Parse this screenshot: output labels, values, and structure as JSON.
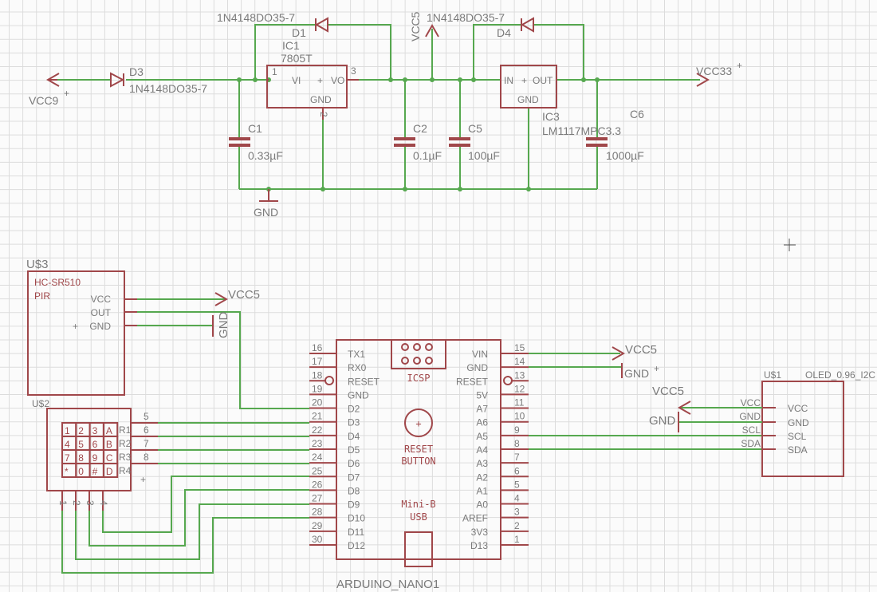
{
  "colors": {
    "wire": "#56a84f",
    "part": "#a0474a",
    "text": "#7a7a7a",
    "grid": "#dcdcdc"
  },
  "power": {
    "d1": {
      "name": "D1",
      "value": "1N4148DO35-7"
    },
    "d3": {
      "name": "D3",
      "value": "1N4148DO35-7"
    },
    "d4": {
      "name": "D4",
      "value": "1N4148DO35-7"
    },
    "ic1": {
      "name": "IC1",
      "value": "7805T",
      "vi": "VI",
      "vo": "VO",
      "gnd": "GND",
      "pin1": "1",
      "pin2": "2",
      "pin3": "3"
    },
    "ic3": {
      "name": "IC3",
      "value": "LM1117MPC3.3",
      "in": "IN",
      "out": "OUT",
      "gnd": "GND"
    },
    "c1": {
      "name": "C1",
      "value": "0.33µF"
    },
    "c2": {
      "name": "C2",
      "value": "0.1µF"
    },
    "c5": {
      "name": "C5",
      "value": "100µF"
    },
    "c6": {
      "name": "C6",
      "value": "1000µF"
    },
    "vcc9": "VCC9",
    "vcc5": "VCC5",
    "vcc33": "VCC33",
    "gnd": "GND"
  },
  "pir": {
    "ref": "U$3",
    "model": "HC-SR510",
    "type": "PIR",
    "pins": [
      "VCC",
      "OUT",
      "GND"
    ],
    "vcc_label": "VCC5",
    "gnd_label": "GND"
  },
  "keypad": {
    "ref": "U$2",
    "keys": [
      "1",
      "2",
      "3",
      "A",
      "4",
      "5",
      "6",
      "B",
      "7",
      "8",
      "9",
      "C",
      "*",
      "0",
      "#",
      "D"
    ],
    "row_labels": [
      "R1",
      "R2",
      "R3",
      "R4"
    ],
    "right_pins": [
      "5",
      "6",
      "7",
      "8"
    ],
    "bottom_pins": [
      "1",
      "2",
      "3",
      "4"
    ]
  },
  "arduino": {
    "name": "ARDUINO_NANO1",
    "icsp": "ICSP",
    "reset1": "RESET",
    "reset2": "BUTTON",
    "usb1": "Mini-B",
    "usb2": "USB",
    "left_pins": [
      [
        "16",
        "TX1"
      ],
      [
        "17",
        "RX0"
      ],
      [
        "18",
        "RESET"
      ],
      [
        "19",
        "GND"
      ],
      [
        "20",
        "D2"
      ],
      [
        "21",
        "D3"
      ],
      [
        "22",
        "D4"
      ],
      [
        "23",
        "D5"
      ],
      [
        "24",
        "D6"
      ],
      [
        "25",
        "D7"
      ],
      [
        "26",
        "D8"
      ],
      [
        "27",
        "D9"
      ],
      [
        "28",
        "D10"
      ],
      [
        "29",
        "D11"
      ],
      [
        "30",
        "D12"
      ]
    ],
    "right_pins": [
      [
        "15",
        "VIN"
      ],
      [
        "14",
        "GND"
      ],
      [
        "13",
        "RESET"
      ],
      [
        "12",
        "5V"
      ],
      [
        "11",
        "A7"
      ],
      [
        "10",
        "A6"
      ],
      [
        "9",
        "A5"
      ],
      [
        "8",
        "A4"
      ],
      [
        "7",
        "A3"
      ],
      [
        "6",
        "A2"
      ],
      [
        "5",
        "A1"
      ],
      [
        "4",
        "A0"
      ],
      [
        "3",
        "AREF"
      ],
      [
        "2",
        "3V3"
      ],
      [
        "1",
        "D13"
      ]
    ],
    "vin_label": "VCC5",
    "gnd_label": "GND"
  },
  "oled": {
    "ref": "U$1",
    "value": "OLED_0.96_I2C",
    "pins": [
      "VCC",
      "GND",
      "SCL",
      "SDA"
    ],
    "vcc_label": "VCC5",
    "gnd_label": "GND"
  }
}
